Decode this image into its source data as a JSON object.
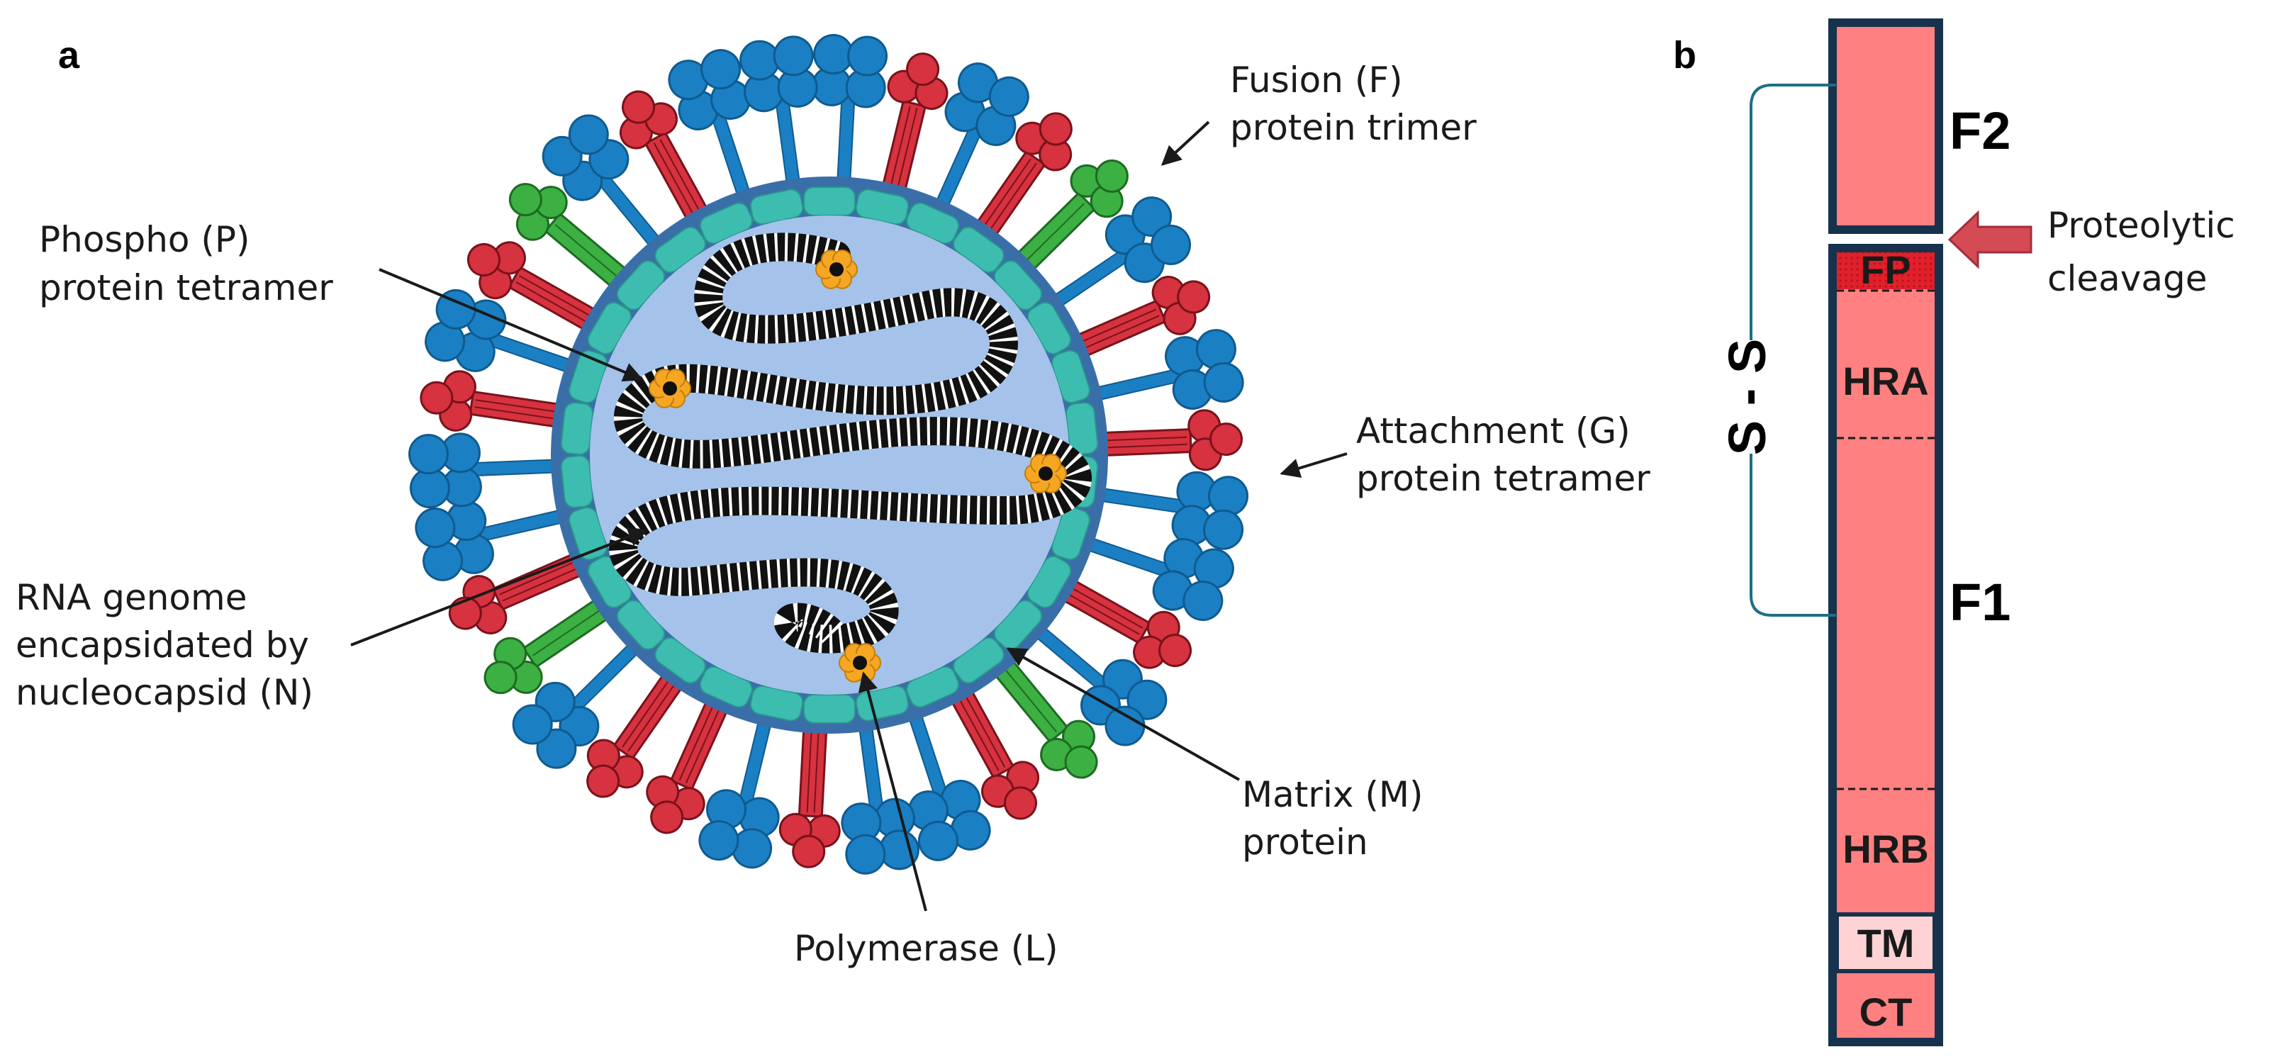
{
  "panel_a": {
    "letter": "a",
    "labels": {
      "fusion_line1": "Fusion (F)",
      "fusion_line2": "protein trimer",
      "phospho_line1": "Phospho (P)",
      "phospho_line2": "protein tetramer",
      "attach_line1": "Attachment (G)",
      "attach_line2": "protein tetramer",
      "rna_line1": "RNA genome",
      "rna_line2": "encapsidated by",
      "rna_line3": "nucleocapsid (N)",
      "matrix_line1": "Matrix (M)",
      "matrix_line2": "protein",
      "polymerase": "Polymerase (L)"
    }
  },
  "panel_b": {
    "letter": "b",
    "f2": "F2",
    "f1": "F1",
    "ss": "S - S",
    "cleavage_line1": "Proteolytic",
    "cleavage_line2": "cleavage",
    "segments": {
      "fp": "FP",
      "hra": "HRA",
      "hrb": "HRB",
      "tm": "TM",
      "ct": "CT"
    }
  },
  "colors": {
    "envelope": "#3a6ea8",
    "interior": "#a4c2ea",
    "matrix": "#3dbcb0",
    "g_protein": "#1b7fc4",
    "f_protein": "#d6323f",
    "green_protein": "#3cb043",
    "phospho": "#f5a623",
    "bar_fill": "#ff8080",
    "bar_border": "#17324d",
    "fp_fill": "#e0202a",
    "tm_fill": "#ffd3d3"
  }
}
